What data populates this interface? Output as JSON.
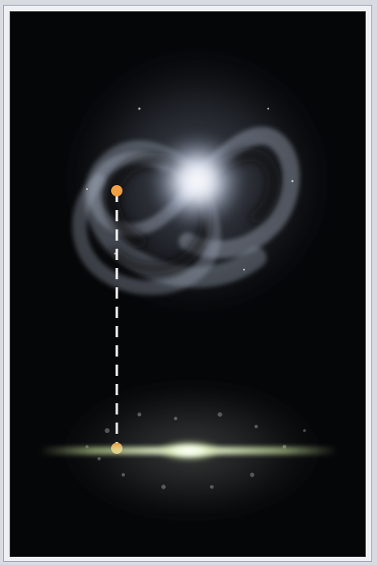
{
  "figure": {
    "background_color": "#050607",
    "frame_color": "#eef0f4",
    "marker_color": "#f0a040",
    "dash_color": "#f2f2f2"
  },
  "scene": {
    "top_object": "spiral-galaxy-face-on",
    "bottom_object": "spiral-galaxy-edge-on-with-halo",
    "connector": "dashed-line-between-markers"
  }
}
